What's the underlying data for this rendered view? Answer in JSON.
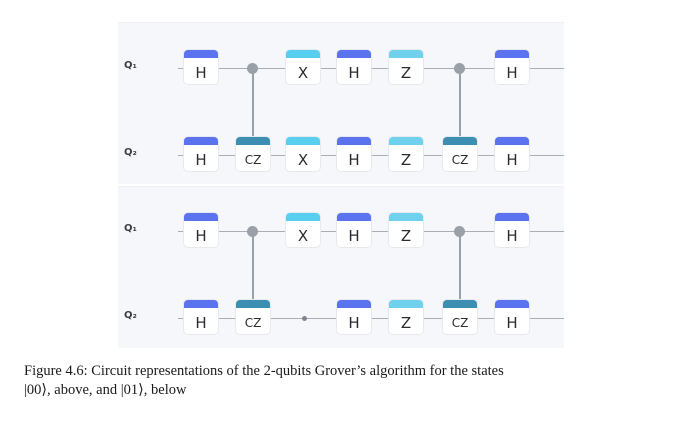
{
  "colors": {
    "h_gate": "#5b73ee",
    "x_gate": "#58cfee",
    "z_gate": "#6fd1ec",
    "cz_gate": "#3c8fb0",
    "wire": "#a9adb5",
    "control": "#9aa0a8"
  },
  "circuits": [
    {
      "q1_label": "Q₁",
      "q2_label": "Q₂",
      "q1_gates": [
        "H",
        "X",
        "H",
        "Z",
        "H"
      ],
      "q2_gates": [
        "H",
        "CZ",
        "X",
        "H",
        "Z",
        "CZ",
        "H"
      ]
    },
    {
      "q1_label": "Q₁",
      "q2_label": "Q₂",
      "q1_gates": [
        "H",
        "X",
        "H",
        "Z",
        "H"
      ],
      "q2_gates": [
        "H",
        "CZ",
        "H",
        "Z",
        "CZ",
        "H"
      ]
    }
  ],
  "caption": {
    "line1": "Figure 4.6: Circuit representations of the 2-qubits Grover’s algorithm for the states",
    "line2": "|00⟩, above, and |01⟩, below"
  }
}
